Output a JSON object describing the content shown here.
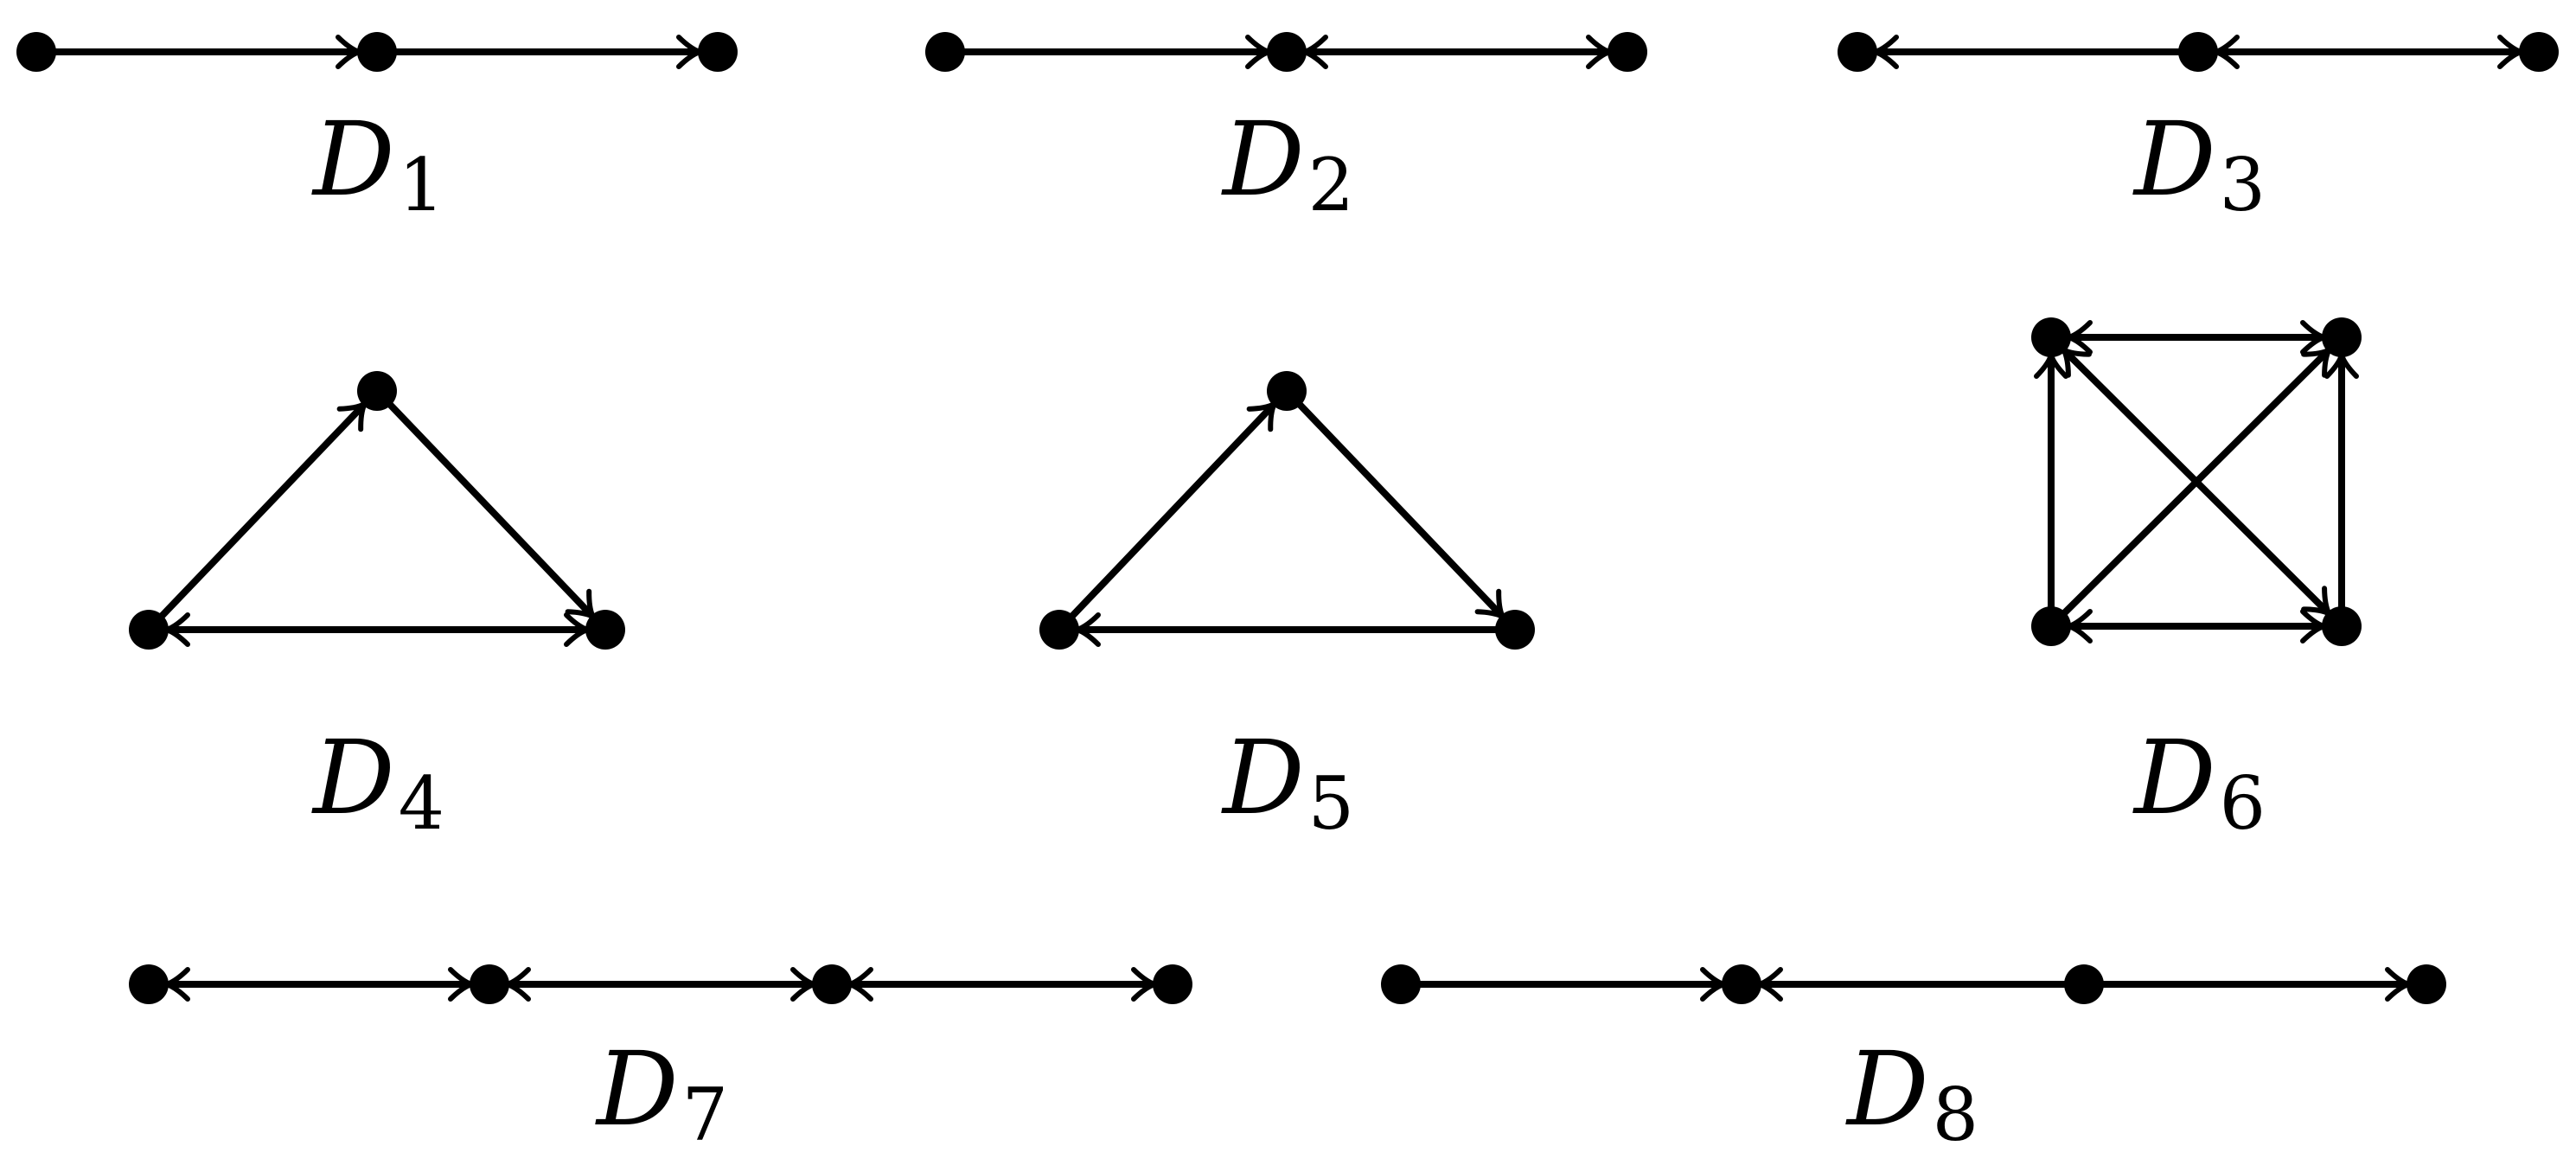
{
  "diagrams": [
    {
      "id": "D1",
      "label": "D",
      "subscript": "1",
      "vertices": [
        "a",
        "b",
        "c"
      ],
      "edges": [
        {
          "from": "a",
          "to": "b",
          "head_at_to": true,
          "head_at_from": false
        },
        {
          "from": "b",
          "to": "c",
          "head_at_to": true,
          "head_at_from": false
        }
      ]
    },
    {
      "id": "D2",
      "label": "D",
      "subscript": "2",
      "vertices": [
        "a",
        "b",
        "c"
      ],
      "edges": [
        {
          "from": "a",
          "to": "b",
          "head_at_to": true,
          "head_at_from": false
        },
        {
          "from": "b",
          "to": "c",
          "head_at_to": true,
          "head_at_from": true
        }
      ]
    },
    {
      "id": "D3",
      "label": "D",
      "subscript": "3",
      "vertices": [
        "a",
        "b",
        "c"
      ],
      "edges": [
        {
          "from": "a",
          "to": "b",
          "head_at_to": false,
          "head_at_from": true
        },
        {
          "from": "b",
          "to": "c",
          "head_at_to": true,
          "head_at_from": true
        }
      ]
    },
    {
      "id": "D4",
      "label": "D",
      "subscript": "4",
      "vertices": [
        "bl",
        "top",
        "br"
      ],
      "edges": [
        {
          "from": "bl",
          "to": "top",
          "head_at_to": true,
          "head_at_from": false
        },
        {
          "from": "top",
          "to": "br",
          "head_at_to": true,
          "head_at_from": false
        },
        {
          "from": "bl",
          "to": "br",
          "head_at_to": true,
          "head_at_from": true
        }
      ]
    },
    {
      "id": "D5",
      "label": "D",
      "subscript": "5",
      "vertices": [
        "bl",
        "top",
        "br"
      ],
      "edges": [
        {
          "from": "bl",
          "to": "top",
          "head_at_to": true,
          "head_at_from": false
        },
        {
          "from": "top",
          "to": "br",
          "head_at_to": true,
          "head_at_from": false
        },
        {
          "from": "br",
          "to": "bl",
          "head_at_to": true,
          "head_at_from": false
        }
      ]
    },
    {
      "id": "D6",
      "label": "D",
      "subscript": "6",
      "vertices": [
        "tl",
        "tr",
        "bl",
        "br"
      ],
      "edges": [
        {
          "from": "tl",
          "to": "tr",
          "head_at_to": true,
          "head_at_from": true
        },
        {
          "from": "bl",
          "to": "br",
          "head_at_to": true,
          "head_at_from": true
        },
        {
          "from": "bl",
          "to": "tl",
          "head_at_to": true,
          "head_at_from": false
        },
        {
          "from": "br",
          "to": "tr",
          "head_at_to": true,
          "head_at_from": false
        },
        {
          "from": "bl",
          "to": "tr",
          "head_at_to": true,
          "head_at_from": false
        },
        {
          "from": "br",
          "to": "tl",
          "head_at_to": true,
          "head_at_from": true
        }
      ]
    },
    {
      "id": "D7",
      "label": "D",
      "subscript": "7",
      "vertices": [
        "a",
        "b",
        "c",
        "d"
      ],
      "edges": [
        {
          "from": "a",
          "to": "b",
          "head_at_to": true,
          "head_at_from": true
        },
        {
          "from": "b",
          "to": "c",
          "head_at_to": true,
          "head_at_from": true
        },
        {
          "from": "c",
          "to": "d",
          "head_at_to": true,
          "head_at_from": true
        }
      ]
    },
    {
      "id": "D8",
      "label": "D",
      "subscript": "8",
      "vertices": [
        "a",
        "b",
        "c",
        "d"
      ],
      "edges": [
        {
          "from": "a",
          "to": "b",
          "head_at_to": true,
          "head_at_from": false
        },
        {
          "from": "b",
          "to": "c",
          "head_at_to": false,
          "head_at_from": true
        },
        {
          "from": "c",
          "to": "d",
          "head_at_to": true,
          "head_at_from": false
        }
      ]
    }
  ]
}
